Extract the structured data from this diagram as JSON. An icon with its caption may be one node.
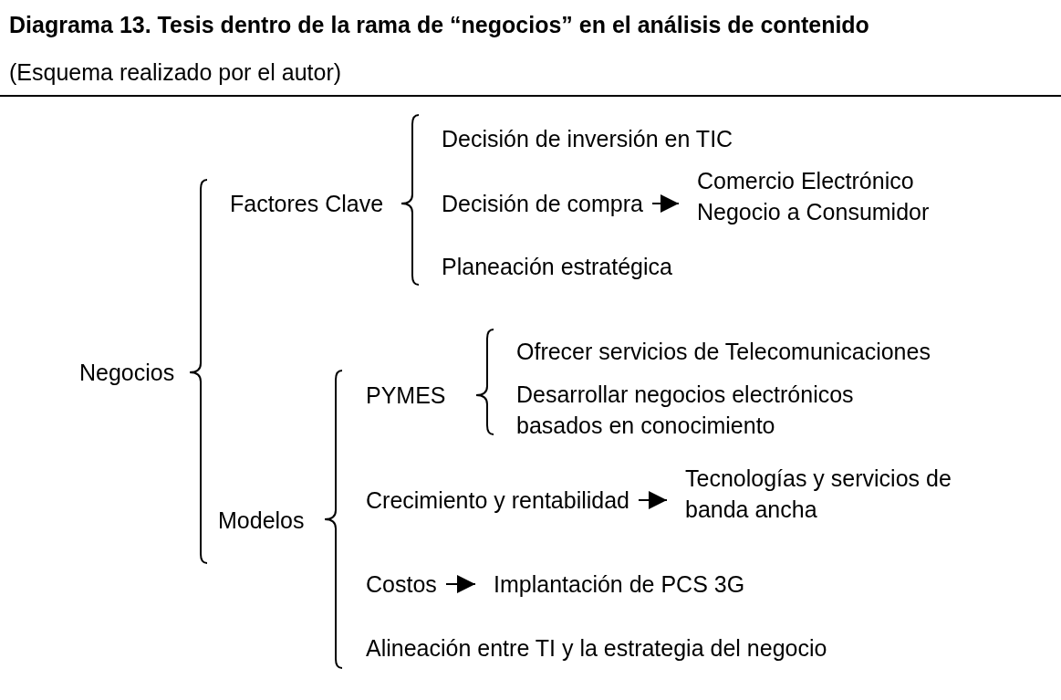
{
  "diagram": {
    "title": "Diagrama 13. Tesis dentro de la rama de “negocios” en el análisis de contenido",
    "caption": "(Esquema realizado por el autor)",
    "nodes": [
      {
        "text": [
          "Negocios"
        ]
      },
      {
        "text": [
          "Factores Clave"
        ]
      },
      {
        "text": [
          "Decisión de inversión en TIC"
        ]
      },
      {
        "text": [
          "Decisión de compra"
        ]
      },
      {
        "text": [
          "Comercio Electrónico Negocio a Consumidor"
        ]
      },
      {
        "text": [
          "Planeación estratégica"
        ]
      },
      {
        "text": [
          "Modelos"
        ]
      },
      {
        "text": [
          "PYMES"
        ]
      },
      {
        "text": [
          "Ofrecer servicios de Telecomunicaciones"
        ]
      },
      {
        "text": [
          "Desarrollar negocios electrónicos basados en conocimiento"
        ]
      },
      {
        "text": [
          "Crecimiento y rentabilidad"
        ]
      },
      {
        "text": [
          "Tecnologías y servicios de banda ancha"
        ]
      },
      {
        "text": [
          "Costos"
        ]
      },
      {
        "text": [
          "Implantación de PCS 3G"
        ]
      },
      {
        "text": [
          "Alineación entre TI y la estrategia del negocio"
        ]
      }
    ],
    "edges": [
      {
        "from": 3,
        "to": 4,
        "arrow": "to"
      },
      {
        "from": 10,
        "to": 11,
        "arrow": "to"
      },
      {
        "from": 12,
        "to": 13,
        "arrow": "to"
      }
    ]
  }
}
